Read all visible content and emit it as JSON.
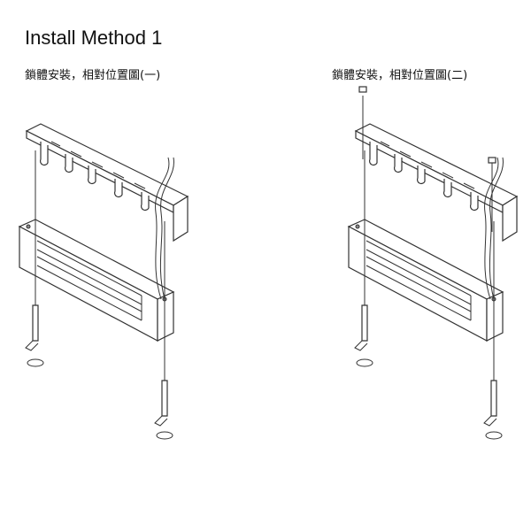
{
  "title": "Install Method 1",
  "figures": [
    {
      "caption": "鎖體安裝，相對位置圖(一)"
    },
    {
      "caption": "鎖體安裝，相對位置圖(二)"
    }
  ]
}
